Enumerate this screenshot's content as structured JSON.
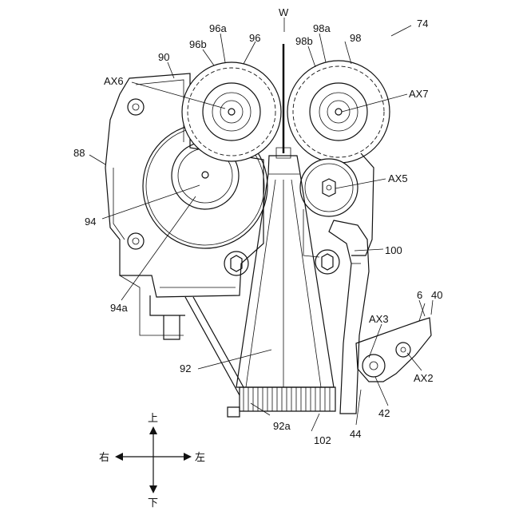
{
  "figure": {
    "labels": {
      "fig_ref": "74",
      "w": "W",
      "r96a": "96a",
      "r96b": "96b",
      "r96": "96",
      "r98a": "98a",
      "r98b": "98b",
      "r98": "98",
      "r90": "90",
      "ax6": "AX6",
      "ax7": "AX7",
      "r88": "88",
      "ax5": "AX5",
      "r94": "94",
      "r100": "100",
      "r94a": "94a",
      "r6": "6",
      "r40": "40",
      "ax3": "AX3",
      "r92": "92",
      "ax2": "AX2",
      "r42": "42",
      "r92a": "92a",
      "r44": "44",
      "r102": "102"
    },
    "compass": {
      "up": "上",
      "down": "下",
      "left": "右",
      "right": "左"
    }
  }
}
